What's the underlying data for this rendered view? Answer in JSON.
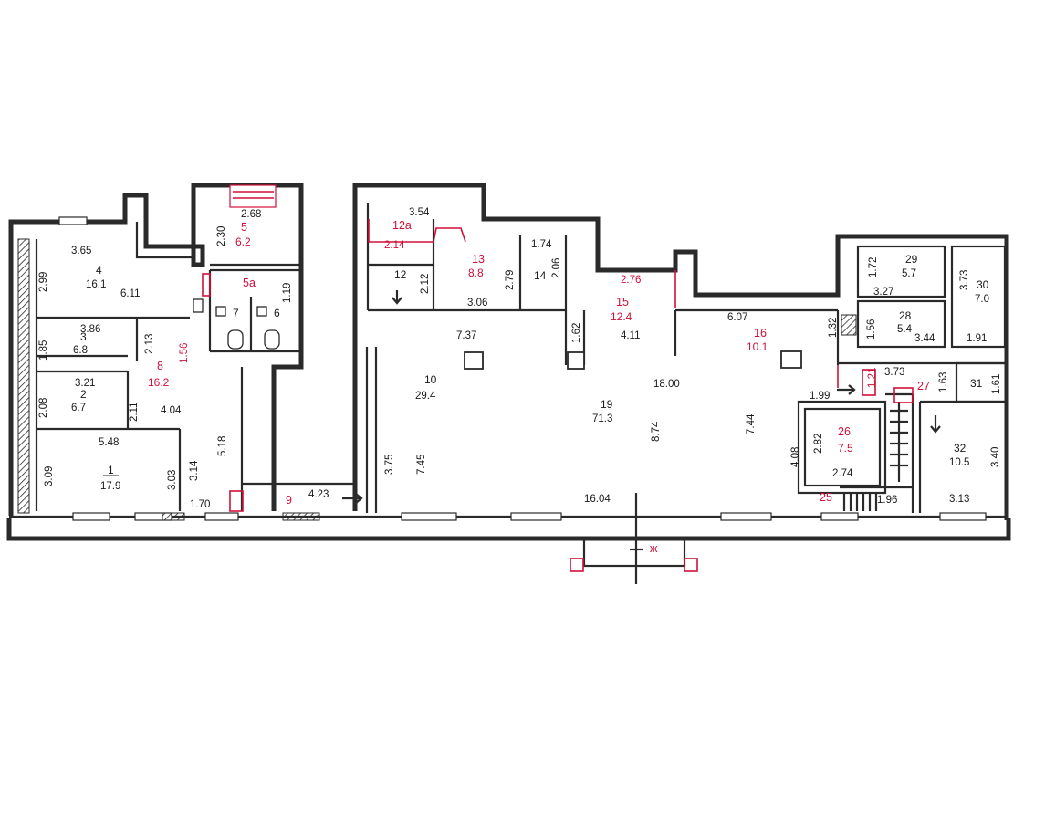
{
  "plan": {
    "rooms": [
      {
        "id": "r1",
        "number": "1",
        "area": "17.9",
        "red": false
      },
      {
        "id": "r2",
        "number": "2",
        "area": "6.7",
        "red": false
      },
      {
        "id": "r3",
        "number": "3",
        "area": "6.8",
        "red": false
      },
      {
        "id": "r4",
        "number": "4",
        "area": "16.1",
        "red": false
      },
      {
        "id": "r5",
        "number": "5",
        "area": "6.2",
        "red": true
      },
      {
        "id": "r5a",
        "number": "5a",
        "area": "",
        "red": true
      },
      {
        "id": "r6",
        "number": "6",
        "area": "",
        "red": false
      },
      {
        "id": "r7",
        "number": "7",
        "area": "",
        "red": false
      },
      {
        "id": "r8",
        "number": "8",
        "area": "16.2",
        "red": true
      },
      {
        "id": "r9",
        "number": "9",
        "area": "",
        "red": true
      },
      {
        "id": "r10",
        "number": "10",
        "area": "29.4",
        "red": false
      },
      {
        "id": "r12",
        "number": "12",
        "area": "",
        "red": false
      },
      {
        "id": "r12a",
        "number": "12a",
        "area": "",
        "red": true
      },
      {
        "id": "r13",
        "number": "13",
        "area": "8.8",
        "red": true
      },
      {
        "id": "r14",
        "number": "14",
        "area": "",
        "red": false
      },
      {
        "id": "r15",
        "number": "15",
        "area": "12.4",
        "red": true
      },
      {
        "id": "r16",
        "number": "16",
        "area": "10.1",
        "red": true
      },
      {
        "id": "r19",
        "number": "19",
        "area": "71.3",
        "red": false
      },
      {
        "id": "r25",
        "number": "25",
        "area": "",
        "red": true
      },
      {
        "id": "r26",
        "number": "26",
        "area": "7.5",
        "red": true
      },
      {
        "id": "r27",
        "number": "27",
        "area": "",
        "red": true
      },
      {
        "id": "r28",
        "number": "28",
        "area": "5.4",
        "red": false
      },
      {
        "id": "r29",
        "number": "29",
        "area": "5.7",
        "red": false
      },
      {
        "id": "r30",
        "number": "30",
        "area": "7.0",
        "red": false
      },
      {
        "id": "r31",
        "number": "31",
        "area": "",
        "red": false
      },
      {
        "id": "r32",
        "number": "32",
        "area": "10.5",
        "red": false
      }
    ],
    "dimensions": {
      "d_3_65": "3.65",
      "d_2_99": "2.99",
      "d_6_11": "6.11",
      "d_2_30": "2.30",
      "d_2_68": "2.68",
      "d_1_19": "1.19",
      "d_3_86": "3.86",
      "d_1_85": "1.85",
      "d_2_13": "2.13",
      "d_1_56": "1.56",
      "d_3_21": "3.21",
      "d_2_08": "2.08",
      "d_2_11": "2.11",
      "d_4_04": "4.04",
      "d_5_48": "5.48",
      "d_3_09": "3.09",
      "d_3_03": "3.03",
      "d_3_14": "3.14",
      "d_5_18": "5.18",
      "d_1_70": "1.70",
      "d_4_23": "4.23",
      "d_3_54": "3.54",
      "d_2_14": "2.14",
      "d_2_12": "2.12",
      "d_3_06": "3.06",
      "d_2_79": "2.79",
      "d_1_74": "1.74",
      "d_2_06": "2.06",
      "d_7_37": "7.37",
      "d_3_75": "3.75",
      "d_7_45": "7.45",
      "d_1_62": "1.62",
      "d_2_76": "2.76",
      "d_4_11": "4.11",
      "d_6_07": "6.07",
      "d_1_32": "1.32",
      "d_18_00": "18.00",
      "d_8_74": "8.74",
      "d_7_44": "7.44",
      "d_16_04": "16.04",
      "d_1_72": "1.72",
      "d_3_27": "3.27",
      "d_3_73a": "3.73",
      "d_1_56b": "1.56",
      "d_3_44": "3.44",
      "d_1_91": "1.91",
      "d_1_21": "1.21",
      "d_3_73b": "3.73",
      "d_1_63": "1.63",
      "d_1_61": "1.61",
      "d_1_99": "1.99",
      "d_4_08": "4.08",
      "d_2_82": "2.82",
      "d_2_74": "2.74",
      "d_3_40": "3.40",
      "d_3_13": "3.13",
      "d_1_96": "1.96"
    },
    "entrance_mark": "ж"
  },
  "colors": {
    "wall": "#2a2a2a",
    "red_label": "#d0103a",
    "background": "#ffffff"
  }
}
